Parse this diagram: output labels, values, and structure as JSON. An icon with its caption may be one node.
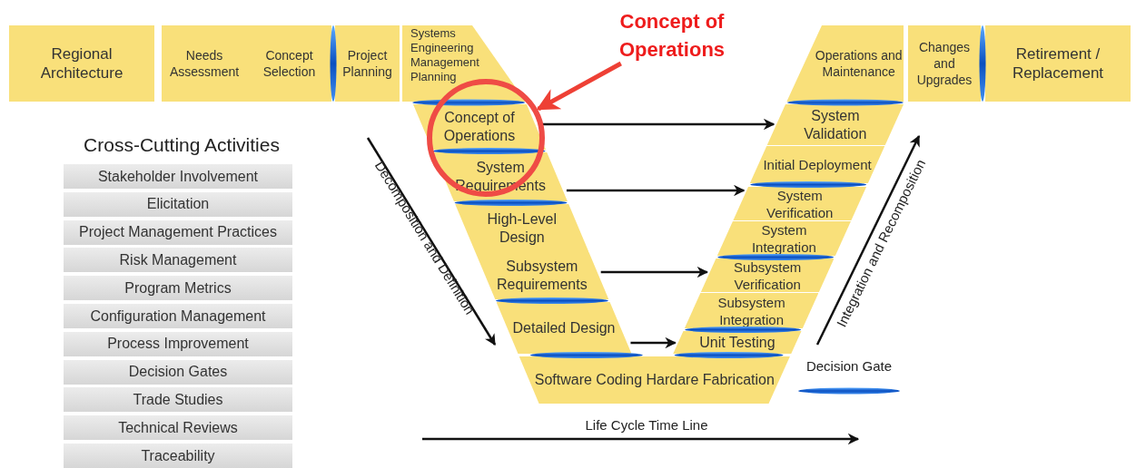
{
  "diagram": {
    "nodes": [
      {
        "text": [
          "Regional Architecture"
        ]
      },
      {
        "text": [
          "Needs Assessment"
        ]
      },
      {
        "text": [
          "Concept Selection"
        ]
      },
      {
        "text": [
          "Project Planning"
        ]
      },
      {
        "text": [
          "Systems Engineering Management Planning"
        ]
      },
      {
        "text": [
          "Concept of Operations"
        ]
      },
      {
        "text": [
          "System Requirements"
        ]
      },
      {
        "text": [
          "High-Level Design"
        ]
      },
      {
        "text": [
          "Subsystem Requirements"
        ]
      },
      {
        "text": [
          "Detailed Design"
        ]
      },
      {
        "text": [
          "Software Coding Hardare Fabrication"
        ]
      },
      {
        "text": [
          "Unit Testing"
        ]
      },
      {
        "text": [
          "Subsystem Integration"
        ]
      },
      {
        "text": [
          "Subsystem Verification"
        ]
      },
      {
        "text": [
          "System Integration"
        ]
      },
      {
        "text": [
          "System Verification"
        ]
      },
      {
        "text": [
          "Initial Deployment"
        ]
      },
      {
        "text": [
          "System Validation"
        ]
      },
      {
        "text": [
          "Operations and Maintenance"
        ]
      },
      {
        "text": [
          "Changes and Upgrades"
        ]
      },
      {
        "text": [
          "Retirement / Replacement"
        ]
      },
      {
        "text": [
          "Concept of Operations"
        ]
      },
      {
        "text": [],
        "shape": "circle"
      },
      {
        "text": [
          "Stakeholder Involvement"
        ]
      },
      {
        "text": [
          "Elicitation"
        ]
      },
      {
        "text": [
          "Project Management Practices"
        ]
      },
      {
        "text": [
          "Risk Management"
        ]
      },
      {
        "text": [
          "Program Metrics"
        ]
      },
      {
        "text": [
          "Configuration Management"
        ]
      },
      {
        "text": [
          "Process Improvement"
        ]
      },
      {
        "text": [
          "Decision Gates"
        ]
      },
      {
        "text": [
          "Trade Studies"
        ]
      },
      {
        "text": [
          "Technical Reviews"
        ]
      },
      {
        "text": [
          "Traceability"
        ]
      }
    ],
    "edges": [
      {
        "from": 5,
        "to": 17,
        "arrow": "to"
      },
      {
        "from": 6,
        "to": 15,
        "arrow": "to"
      },
      {
        "from": 8,
        "to": 13,
        "arrow": "to"
      },
      {
        "from": 9,
        "to": 11,
        "arrow": "to"
      },
      {
        "from": 21,
        "to": 22,
        "arrow": "to",
        "style": "thick",
        "color": "#ee4035"
      }
    ],
    "labels": [
      "Cross-Cutting Activities",
      "Decomposition and Definition",
      "Integration and Recomposition",
      "Life Cycle Time Line"
    ],
    "legend": [
      {
        "text": "Decision Gate"
      }
    ]
  }
}
